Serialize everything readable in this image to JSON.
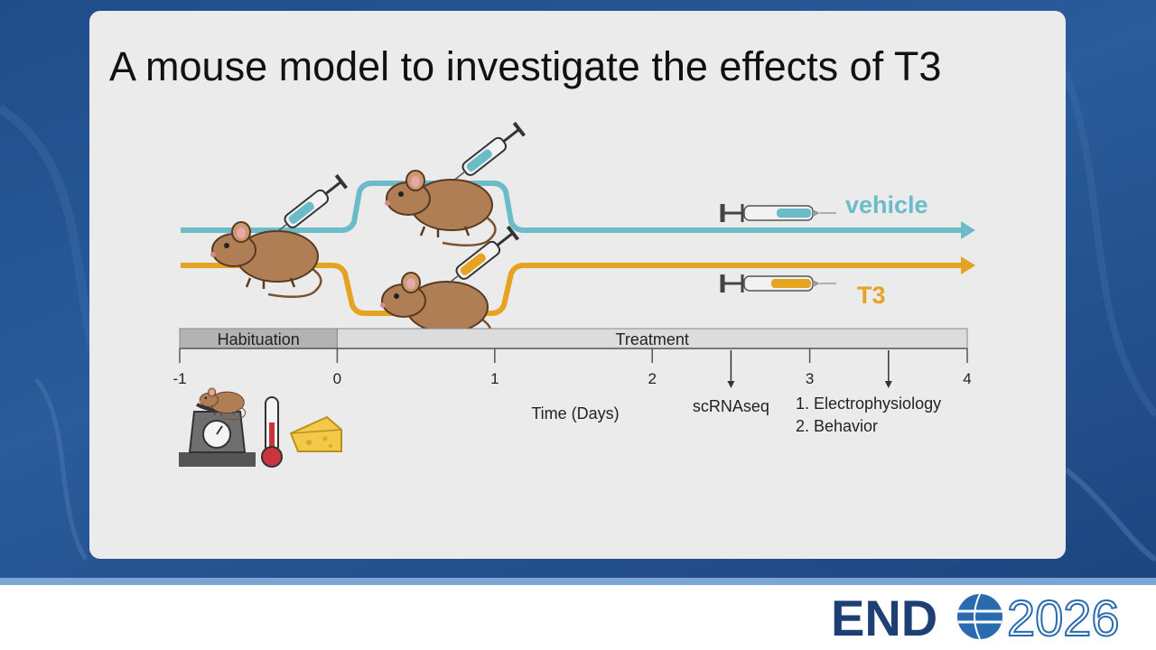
{
  "slide": {
    "title": "A mouse model to investigate the effects of T3"
  },
  "groups": {
    "vehicle": {
      "label": "vehicle",
      "color": "#6bbcc8"
    },
    "t3": {
      "label": "T3",
      "color": "#e6a322"
    }
  },
  "timeline": {
    "phases": [
      {
        "label": "Habituation",
        "start": -1,
        "end": 0,
        "fill": "#b3b3b3"
      },
      {
        "label": "Treatment",
        "start": 0,
        "end": 4,
        "fill": "#dcdcdc"
      }
    ],
    "ticks": [
      "-1",
      "0",
      "1",
      "2",
      "3",
      "4"
    ],
    "axis_label": "Time (Days)",
    "events": [
      {
        "day": 2.5,
        "label": "scRNAseq"
      },
      {
        "day": 3.5,
        "label_lines": [
          "1. Electrophysiology",
          "2. Behavior"
        ]
      }
    ]
  },
  "footer": {
    "brand_left": "END",
    "brand_right": "2026",
    "colors": {
      "brand_dark": "#1e3f73",
      "brand_light": "#2a6bb0"
    }
  },
  "icons": [
    "mouse-icon",
    "syringe-icon",
    "scale-icon",
    "thermometer-icon",
    "cheese-icon",
    "globe-icon"
  ]
}
